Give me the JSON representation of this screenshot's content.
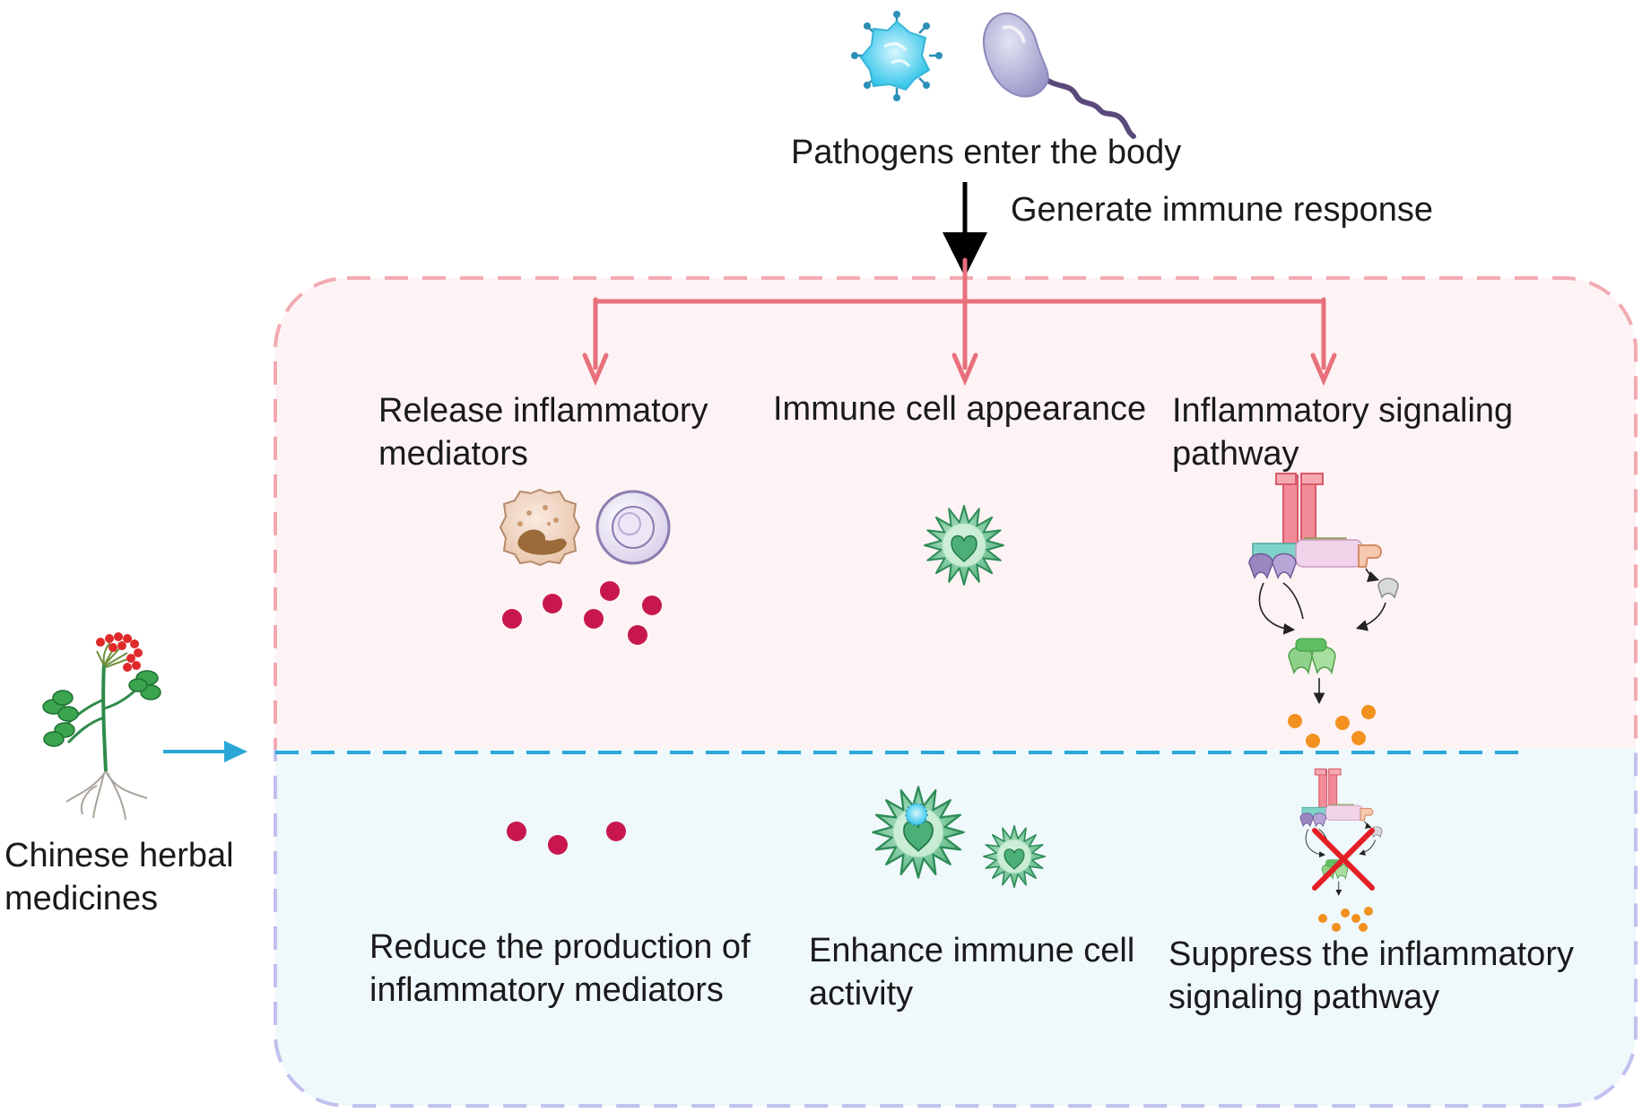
{
  "title": "",
  "pathogens": {
    "label": "Pathogens enter the body"
  },
  "immune_response": {
    "label": "Generate immune response"
  },
  "herbal": {
    "label_lines": [
      "Chinese herbal",
      "medicines"
    ]
  },
  "upper_panel": {
    "bg_color": "#fdf3f4",
    "border_color": "#f2aab2",
    "arrow_color": "#e8707c",
    "labels": {
      "mediators": [
        "Release inflammatory",
        "mediators"
      ],
      "immune_cell": [
        "Immune cell appearance"
      ],
      "signaling": [
        "Inflammatory signaling",
        "pathway"
      ]
    }
  },
  "lower_panel": {
    "bg_color": "#eff8fb",
    "border_color": "#c2c0ee",
    "divider_color": "#2aa7d6",
    "labels": {
      "mediators": [
        "Reduce the production of",
        "inflammatory mediators"
      ],
      "immune_cell": [
        "Enhance immune cell",
        "activity"
      ],
      "signaling": [
        "Suppress the inflammatory",
        "signaling pathway"
      ]
    }
  },
  "icons": {
    "virus": "virus-icon",
    "bacterium": "bacterium-icon",
    "plant": "herbal-plant-icon",
    "mast_cell": "granulocyte-cell-icon",
    "round_cell": "round-cell-icon",
    "immune_cell": "dendritic-cell-icon",
    "receptor": "receptor-complex-icon",
    "block": "red-x-icon"
  },
  "colors": {
    "mediator_dot": "#c8174f",
    "cytokine_dot": "#f29120",
    "immune_cell": "#4caf78",
    "inhibit_x": "#e31e24"
  }
}
